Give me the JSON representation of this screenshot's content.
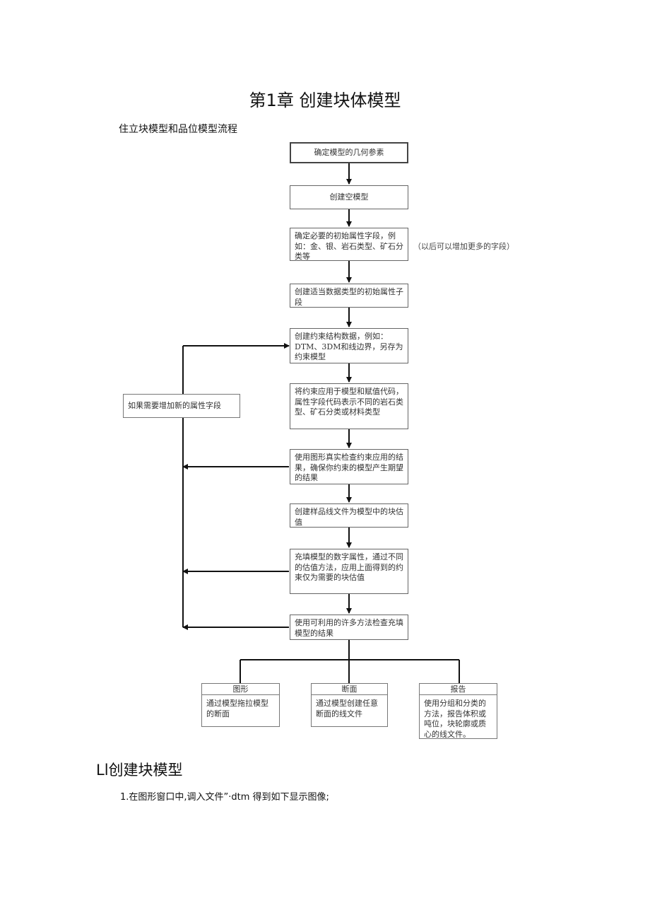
{
  "chapter_title": "第1章 创建块体模型",
  "flow_caption": "住立块模型和品位模型流程",
  "flowchart": {
    "steps": [
      "确定模型的几何参素",
      "创建空模型",
      "确定必要的初始属性字段，例如：金、银、岩石类型、矿石分类等",
      "创建适当数据类型的初始属性子段",
      "创建约束结构数据，例如：DTM、3DM和线边界，另存为约束模型",
      "将约束应用于模型和赋值代码，属性字段代码表示不同的岩石类型、矿石分类或材料类型",
      "使用图形真实检查约束应用的结果，确保你约束的模型产生期望的结果",
      "创建样品线文件为模型中的块估值",
      "充填模型的数字属性，通过不同的估值方法，应用上面得到的约束仅为需要的块估值",
      "使用可利用的许多方法检查充填模型的结果"
    ],
    "side_note": "（以后可以增加更多的字段）",
    "loop_label": "如果需要增加新的属性字段",
    "outputs": [
      {
        "title": "图形",
        "body": "通过模型拖拉模型的断面"
      },
      {
        "title": "断面",
        "body": "通过模型创建任意断面的线文件"
      },
      {
        "title": "报告",
        "body": "使用分组和分类的方法，报告体积或吨位，块轮廓或质心的线文件。"
      }
    ]
  },
  "section_heading": "Ll创建块模型",
  "step_1": "1.在图形窗口中,调入文件”·dtm 得到如下显示图像;"
}
